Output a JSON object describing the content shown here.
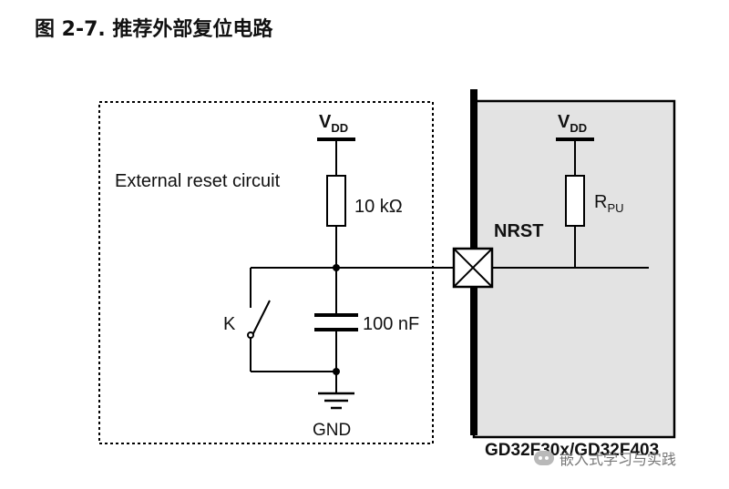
{
  "figure": {
    "title": "图 2-7. 推荐外部复位电路"
  },
  "external_circuit": {
    "label": "External reset circuit",
    "vdd": {
      "main": "V",
      "sub": "DD"
    },
    "resistor": "10 kΩ",
    "capacitor": "100 nF",
    "switch": "K",
    "ground": "GND"
  },
  "chip": {
    "pin": "NRST",
    "vdd": {
      "main": "V",
      "sub": "DD"
    },
    "pullup": {
      "main": "R",
      "sub": "PU"
    },
    "part_number": "GD32F30x/GD32F403",
    "fill_color": "#e3e3e3"
  },
  "watermark": {
    "text": "嵌入式学习与实践",
    "icon": "wechat-icon"
  }
}
